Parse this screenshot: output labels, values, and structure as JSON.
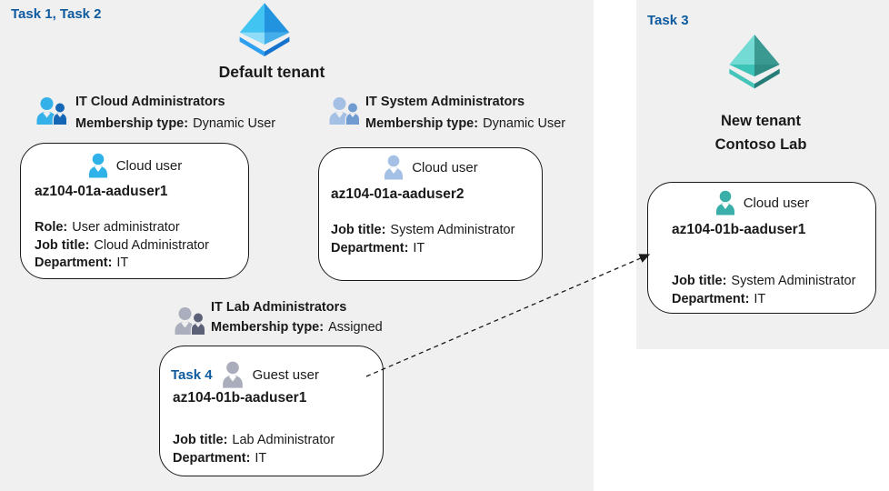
{
  "colors": {
    "panel_background": "#f0f0f1",
    "card_background": "#ffffff",
    "card_border": "#1a1a1a",
    "task_label_blue": "#0d5a9e",
    "body_text": "#1a1a1a",
    "arrow": "#1a1a1a"
  },
  "icons": {
    "tenant_pyramid_blue": {
      "name": "azure-ad-tenant-icon-blue",
      "face_tl": "#41c4f1",
      "face_tr": "#2293de",
      "face_bl": "#8edcf8",
      "face_br": "#44aeea",
      "base_left": "#2f9ff0",
      "base_right": "#1573cd"
    },
    "tenant_pyramid_teal": {
      "name": "azure-ad-tenant-icon-teal",
      "face_tl": "#74dbd4",
      "face_tr": "#3a9a92",
      "face_bl": "#3cc4b8",
      "face_br": "#2e8c85",
      "base_left": "#45c5ba",
      "base_right": "#267d77"
    },
    "group_blue": {
      "primary": "#33b1e8",
      "secondary": "#1566b4"
    },
    "group_steel": {
      "primary": "#a4c0e4",
      "secondary": "#6f9bd1"
    },
    "group_gray": {
      "primary": "#abaebc",
      "secondary": "#5d6178"
    },
    "user_blue": "#2fb2e8",
    "user_steel": "#a4c0e4",
    "user_gray": "#a9adbc",
    "user_teal": "#3aafa9"
  },
  "left_panel": {
    "task_label": "Task 1, Task 2",
    "tenant_name": "Default tenant",
    "groups": [
      {
        "name": "IT Cloud Administrators",
        "membership_label": "Membership type:",
        "membership_value": "Dynamic User"
      },
      {
        "name": "IT System Administrators",
        "membership_label": "Membership type:",
        "membership_value": "Dynamic User"
      },
      {
        "name": "IT Lab Administrators",
        "membership_label": "Membership type:",
        "membership_value": "Assigned"
      }
    ],
    "users": [
      {
        "type_label": "Cloud user",
        "name": "az104-01a-aaduser1",
        "fields": [
          {
            "label": "Role:",
            "value": "User administrator"
          },
          {
            "label": "Job title:",
            "value": "Cloud Administrator"
          },
          {
            "label": "Department:",
            "value": "IT"
          }
        ]
      },
      {
        "type_label": "Cloud user",
        "name": "az104-01a-aaduser2",
        "fields": [
          {
            "label": "Job title:",
            "value": "System Administrator"
          },
          {
            "label": "Department:",
            "value": "IT"
          }
        ]
      },
      {
        "task_label": "Task 4",
        "type_label": "Guest user",
        "name": "az104-01b-aaduser1",
        "fields": [
          {
            "label": "Job title:",
            "value": "Lab Administrator"
          },
          {
            "label": "Department:",
            "value": "IT"
          }
        ]
      }
    ]
  },
  "right_panel": {
    "task_label": "Task 3",
    "tenant_name_line1": "New  tenant",
    "tenant_name_line2": "Contoso Lab",
    "user": {
      "type_label": "Cloud user",
      "name": "az104-01b-aaduser1",
      "fields": [
        {
          "label": "Job title:",
          "value": "System Administrator"
        },
        {
          "label": "Department:",
          "value": "IT"
        }
      ]
    }
  }
}
